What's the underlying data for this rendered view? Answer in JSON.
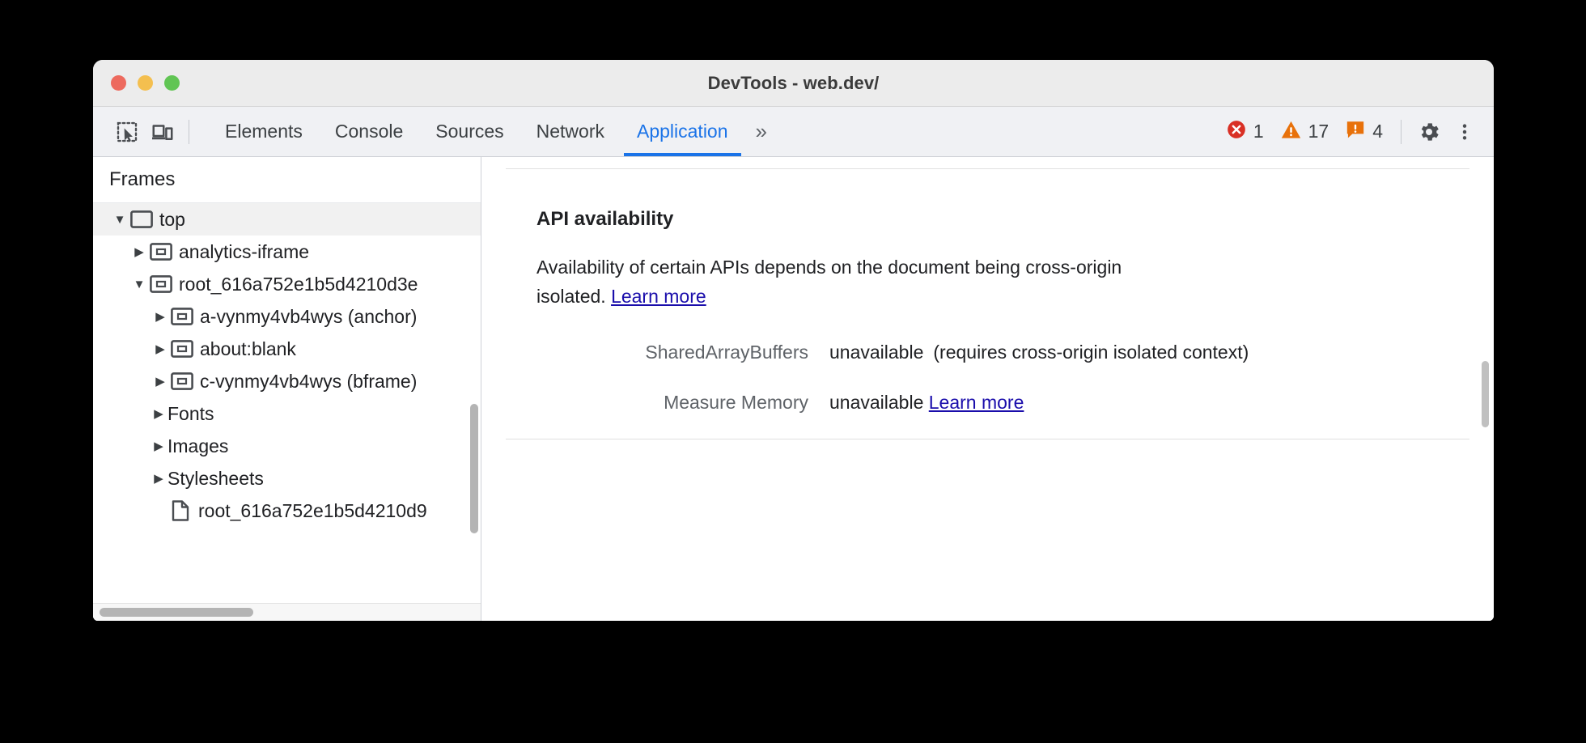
{
  "window": {
    "title": "DevTools - web.dev/",
    "traffic_lights": [
      "close-red",
      "minimize-yellow",
      "zoom-green"
    ]
  },
  "toolbar": {
    "inspect_icon": "inspect-element-icon",
    "device_icon": "device-toolbar-icon",
    "tabs": [
      {
        "label": "Elements",
        "active": false
      },
      {
        "label": "Console",
        "active": false
      },
      {
        "label": "Sources",
        "active": false
      },
      {
        "label": "Network",
        "active": false
      },
      {
        "label": "Application",
        "active": true
      }
    ],
    "more_tabs_label": "»",
    "counters": [
      {
        "name": "errors",
        "icon": "error-icon",
        "count": "1",
        "color": "#d93025"
      },
      {
        "name": "warnings",
        "icon": "warning-icon",
        "count": "17",
        "color": "#e8710a"
      },
      {
        "name": "issues",
        "icon": "issues-icon",
        "count": "4",
        "color": "#e8710a"
      }
    ],
    "settings_icon": "gear-icon",
    "menu_icon": "more-vertical-icon"
  },
  "sidebar": {
    "header": "Frames",
    "tree": [
      {
        "label": "top",
        "depth": 0,
        "state": "open",
        "icon": "frame-icon",
        "selected": true
      },
      {
        "label": "analytics-iframe",
        "depth": 1,
        "state": "closed",
        "icon": "frame-icon",
        "selected": false
      },
      {
        "label": "root_616a752e1b5d4210d3e",
        "depth": 1,
        "state": "open",
        "icon": "frame-icon",
        "selected": false
      },
      {
        "label": "a-vynmy4vb4wys (anchor)",
        "depth": 2,
        "state": "closed",
        "icon": "frame-icon",
        "selected": false
      },
      {
        "label": "about:blank",
        "depth": 2,
        "state": "closed",
        "icon": "frame-icon",
        "selected": false
      },
      {
        "label": "c-vynmy4vb4wys (bframe)",
        "depth": 2,
        "state": "closed",
        "icon": "frame-icon",
        "selected": false
      },
      {
        "label": "Fonts",
        "depth": 1,
        "state": "closed",
        "icon": "none",
        "selected": false
      },
      {
        "label": "Images",
        "depth": 1,
        "state": "closed",
        "icon": "none",
        "selected": false
      },
      {
        "label": "Stylesheets",
        "depth": 1,
        "state": "closed",
        "icon": "none",
        "selected": false
      },
      {
        "label": "root_616a752e1b5d4210d9",
        "depth": 2,
        "state": "none",
        "icon": "document-icon",
        "selected": false
      }
    ]
  },
  "main": {
    "section_title": "API availability",
    "description_before_link": "Availability of certain APIs depends on the document being cross-origin isolated. ",
    "description_link": "Learn more",
    "rows": [
      {
        "key": "SharedArrayBuffers",
        "value": "unavailable",
        "note": "(requires cross-origin isolated context)",
        "link": ""
      },
      {
        "key": "Measure Memory",
        "value": "unavailable",
        "note": "",
        "link": "Learn more"
      }
    ]
  },
  "colors": {
    "accent": "#1a73e8",
    "link": "#1a0dab",
    "error": "#d93025",
    "warning": "#e8710a",
    "toolbar_bg": "#f0f1f4",
    "titlebar_bg": "#ececec"
  }
}
